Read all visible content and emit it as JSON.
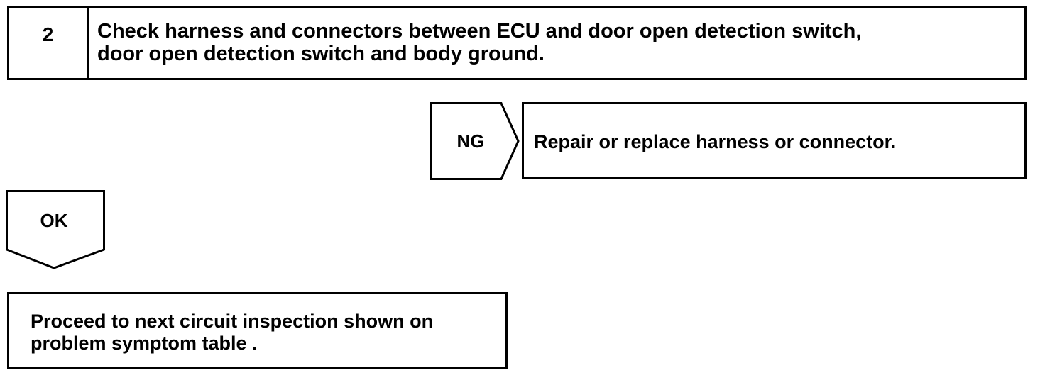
{
  "step": {
    "number": "2",
    "text_line1": "Check harness and connectors between ECU and door open detection switch,",
    "text_line2": "door open detection switch and body ground."
  },
  "ng_branch": {
    "label": "NG",
    "action": "Repair or replace harness or connector."
  },
  "ok_branch": {
    "label": "OK"
  },
  "next_step": {
    "text_line1": "Proceed to next circuit inspection shown on",
    "text_line2": "problem symptom table ."
  }
}
